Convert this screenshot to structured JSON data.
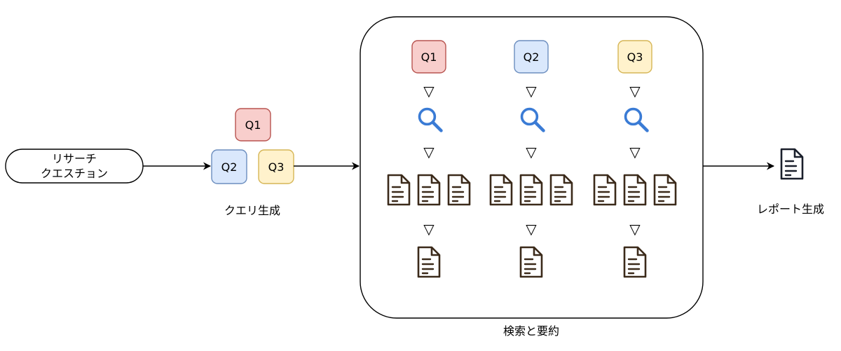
{
  "input_node": {
    "line1": "リサーチ",
    "line2": "クエスチョン"
  },
  "query_gen": {
    "label": "クエリ生成",
    "queries": [
      {
        "label": "Q1",
        "fill": "#f8cecc",
        "stroke": "#b85450"
      },
      {
        "label": "Q2",
        "fill": "#dae8fc",
        "stroke": "#6c8ebf"
      },
      {
        "label": "Q3",
        "fill": "#fff2cc",
        "stroke": "#d6b656"
      }
    ]
  },
  "search_summary": {
    "label": "検索と要約",
    "columns": [
      {
        "query": "Q1",
        "fill": "#f8cecc",
        "stroke": "#b85450"
      },
      {
        "query": "Q2",
        "fill": "#dae8fc",
        "stroke": "#6c8ebf"
      },
      {
        "query": "Q3",
        "fill": "#fff2cc",
        "stroke": "#d6b656"
      }
    ],
    "step_glyph": "▽",
    "search_icon_color": "#3a7bd5",
    "doc_icon_color": "#3b2a1a"
  },
  "report": {
    "label": "レポート生成",
    "icon_color": "#1a1f2b"
  }
}
